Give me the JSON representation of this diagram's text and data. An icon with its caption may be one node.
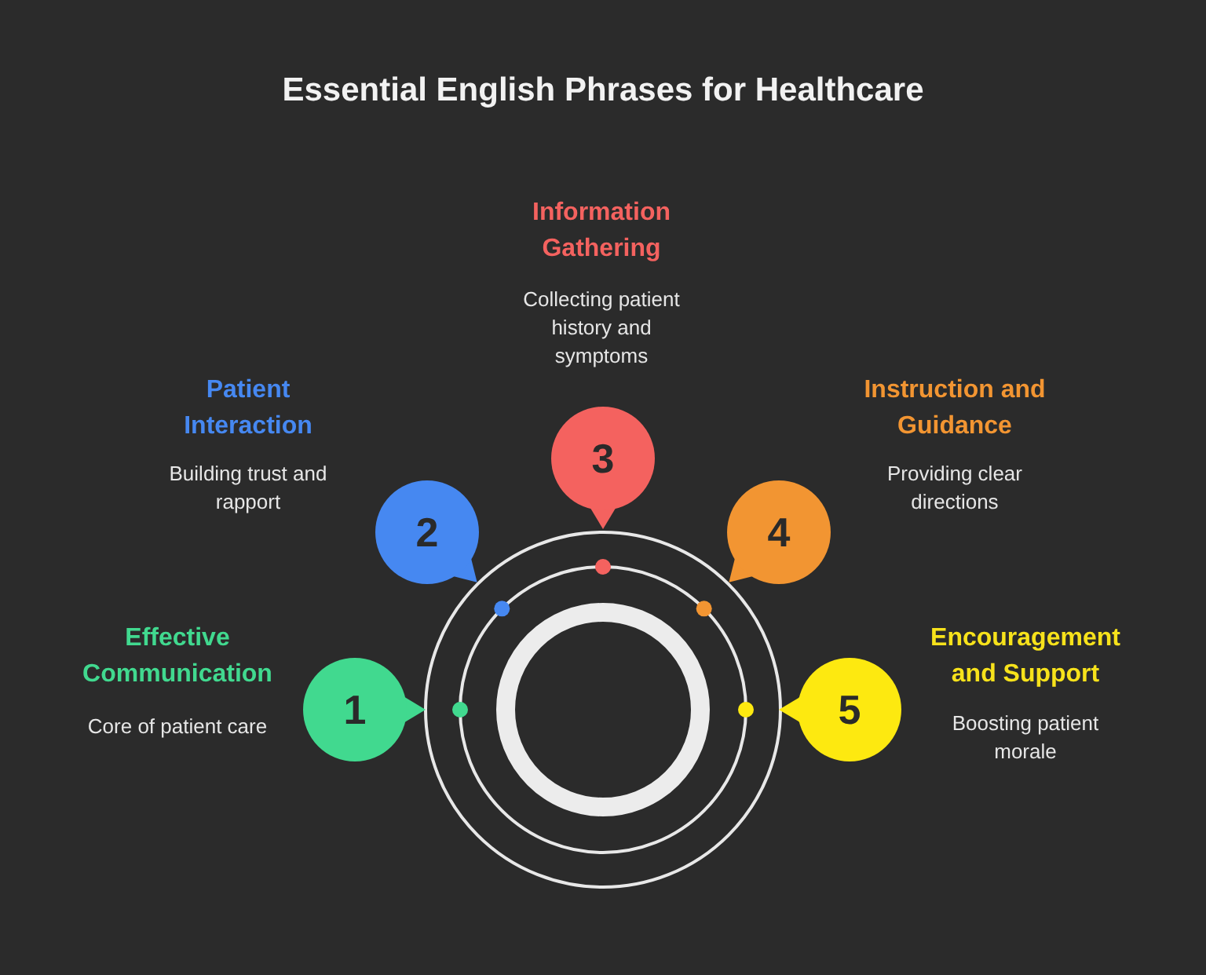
{
  "diagram": {
    "title": "Essential English Phrases for Healthcare",
    "nodes": [
      {
        "text": [
          "1"
        ],
        "beside": [
          "Effective Communication",
          "Core of patient care"
        ]
      },
      {
        "text": [
          "2"
        ],
        "beside": [
          "Patient Interaction",
          "Building trust and rapport"
        ]
      },
      {
        "text": [
          "3"
        ],
        "beside": [
          "Information Gathering",
          "Collecting patient history and symptoms"
        ]
      },
      {
        "text": [
          "4"
        ],
        "beside": [
          "Instruction and Guidance",
          "Providing clear directions"
        ]
      },
      {
        "text": [
          "5"
        ],
        "beside": [
          "Encouragement and Support",
          "Boosting patient morale"
        ]
      }
    ]
  }
}
